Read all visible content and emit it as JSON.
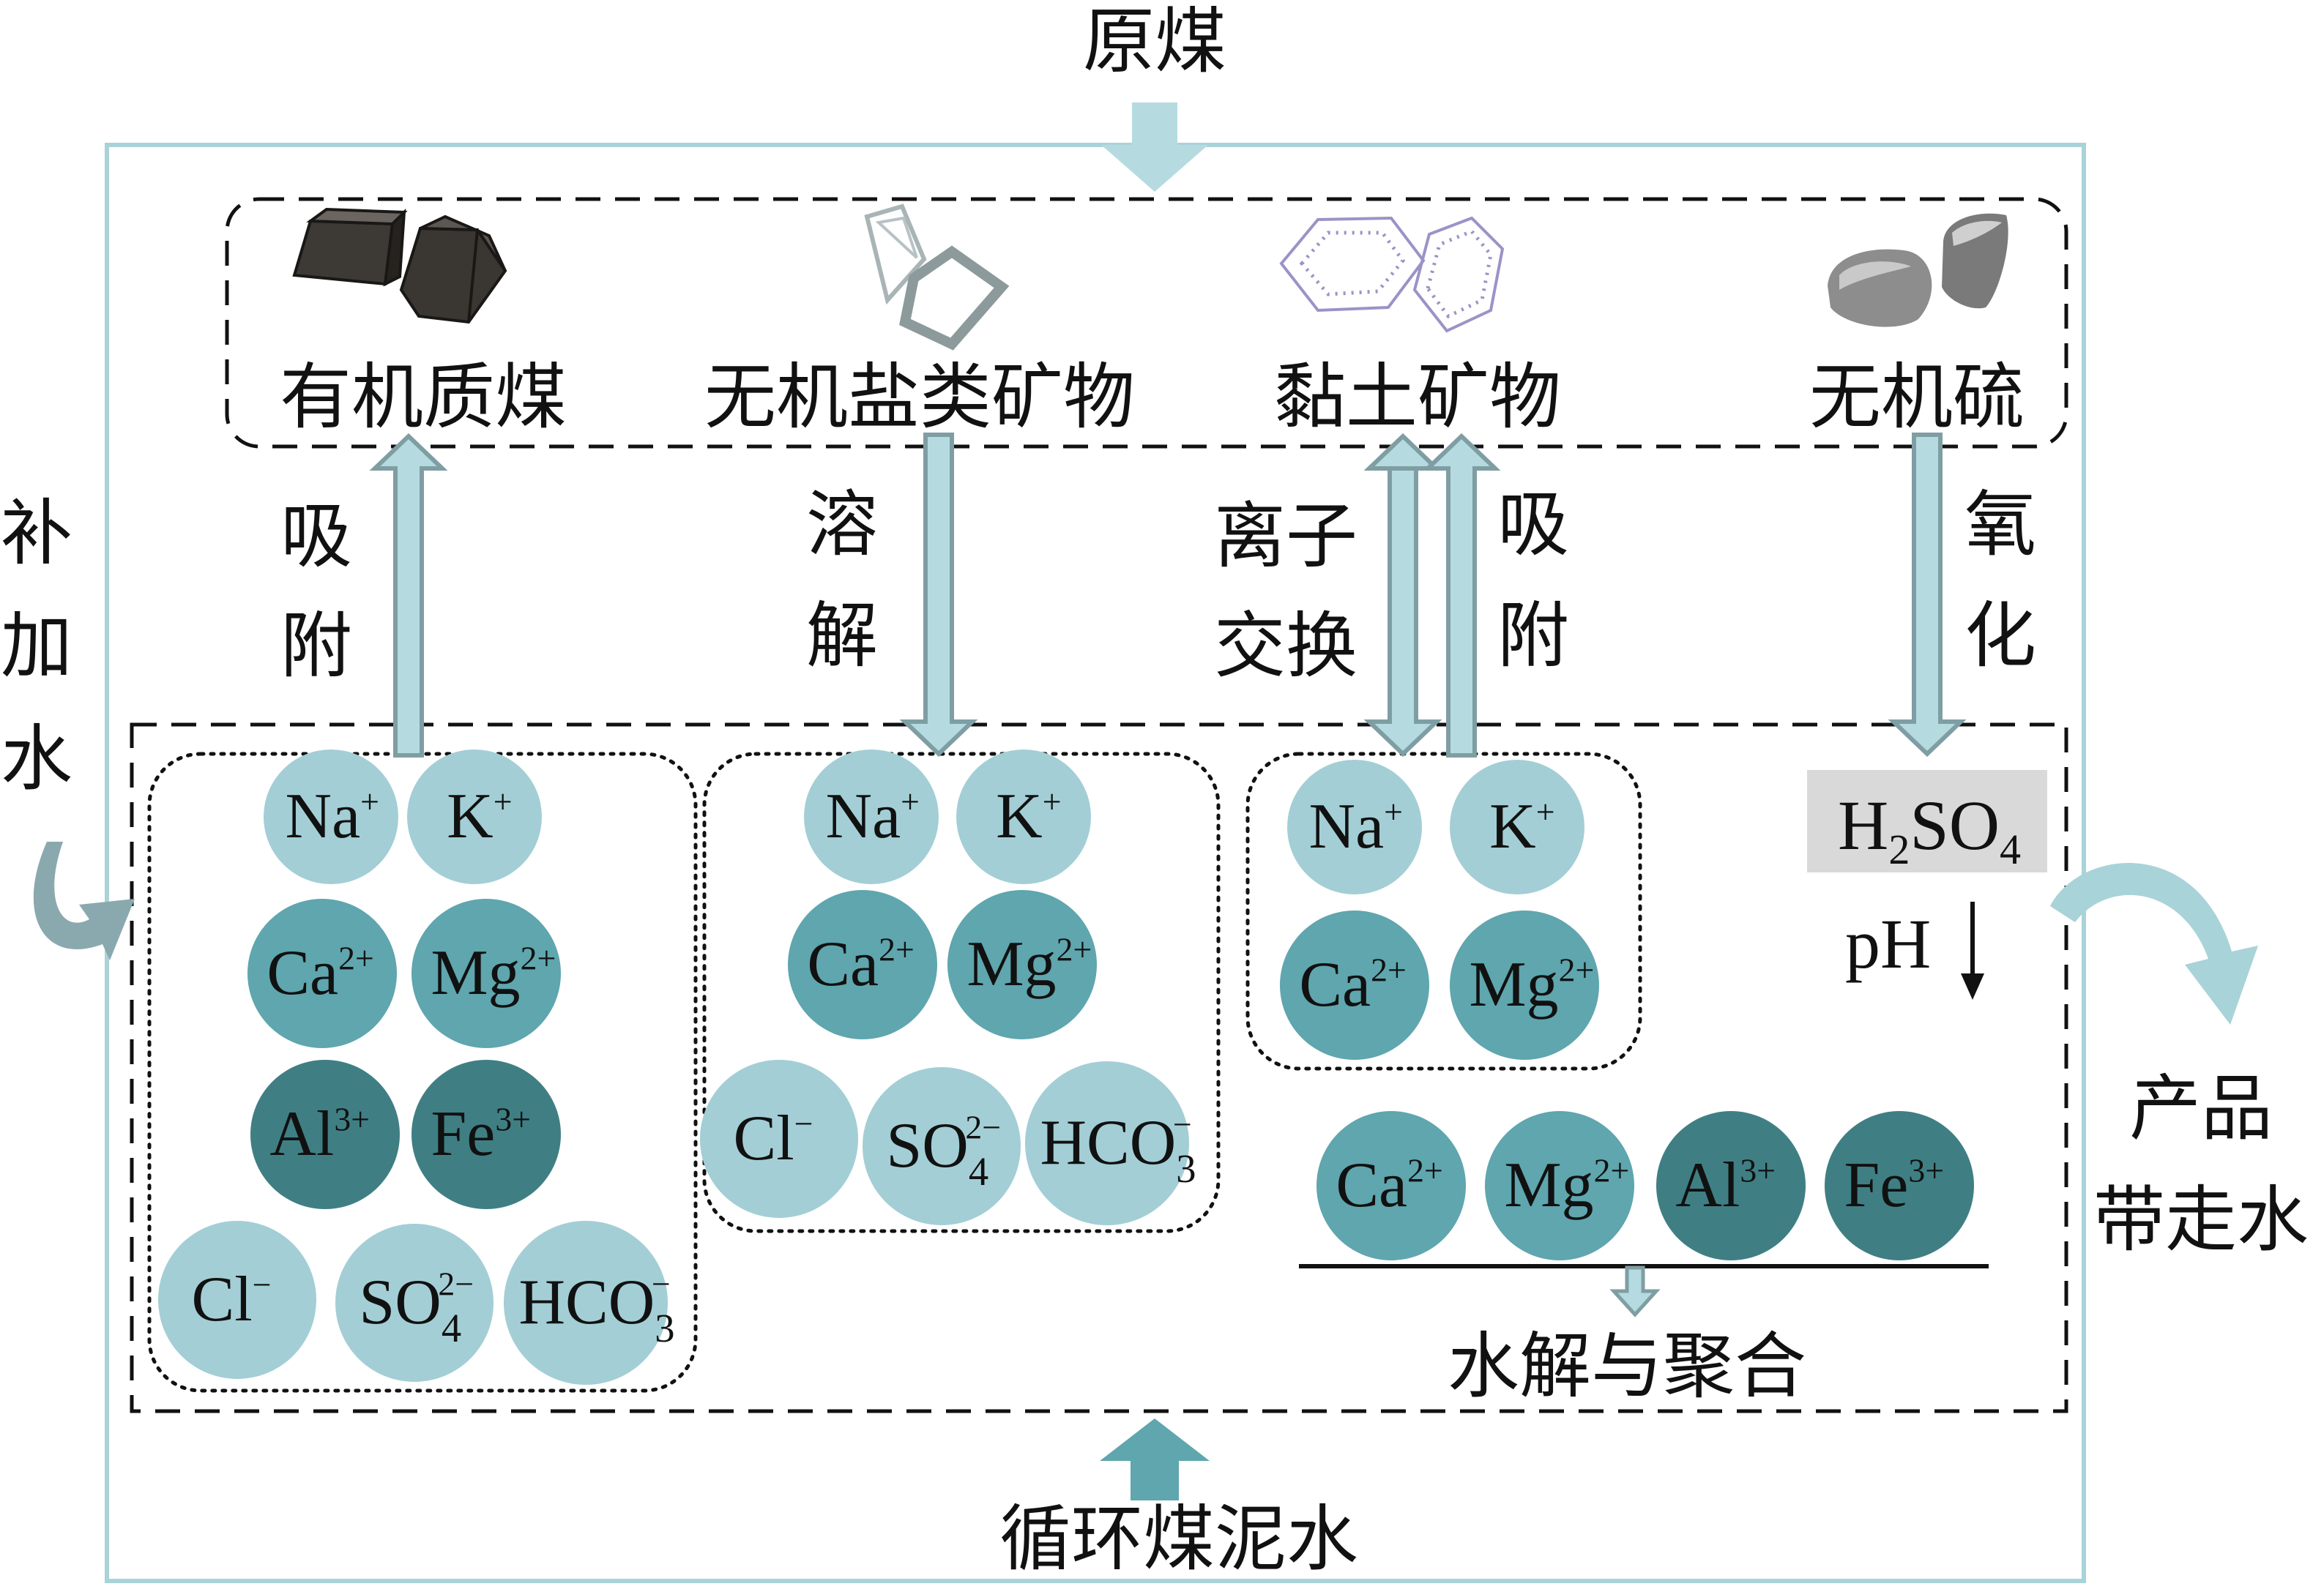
{
  "top_label": "原煤",
  "bottom_label": "循环煤泥水",
  "left_label": [
    "补",
    "加",
    "水"
  ],
  "right_label": [
    "产品",
    "带走水"
  ],
  "components": {
    "organic": "有机质煤",
    "inorganic_salts": "无机盐类矿物",
    "clay": "黏土矿物",
    "sulfur": "无机硫"
  },
  "processes": {
    "adsorb_1": [
      "吸",
      "附"
    ],
    "dissolve": [
      "溶",
      "解"
    ],
    "ion_exchange": [
      "离子",
      "交换"
    ],
    "adsorb_2": [
      "吸",
      "附"
    ],
    "oxidize": [
      "氧",
      "化"
    ]
  },
  "acid": {
    "base": "H",
    "sub1": "2",
    "mid": "SO",
    "sub2": "4"
  },
  "ph": {
    "label": "pH"
  },
  "hydrolysis": "水解与聚合",
  "ions": {
    "na": {
      "base": "Na",
      "sup": "+"
    },
    "k": {
      "base": "K",
      "sup": "+"
    },
    "ca": {
      "base": "Ca",
      "sup": "2+"
    },
    "mg": {
      "base": "Mg",
      "sup": "2+"
    },
    "al": {
      "base": "Al",
      "sup": "3+"
    },
    "fe": {
      "base": "Fe",
      "sup": "3+"
    },
    "cl": {
      "base": "Cl",
      "sup": "−"
    },
    "so4": {
      "base": "SO",
      "sub": "4",
      "sup": "2−"
    },
    "hco3": {
      "base": "HCO",
      "sub": "3",
      "sup": "−"
    }
  },
  "colors": {
    "light_teal": "#a3ced5",
    "mid_teal": "#5fa6ae",
    "dark_teal": "#3f7f84",
    "arrow_fill": "#b5dbe0",
    "arrow_stroke": "#7f9ea3",
    "frame": "#a8d3d9"
  }
}
